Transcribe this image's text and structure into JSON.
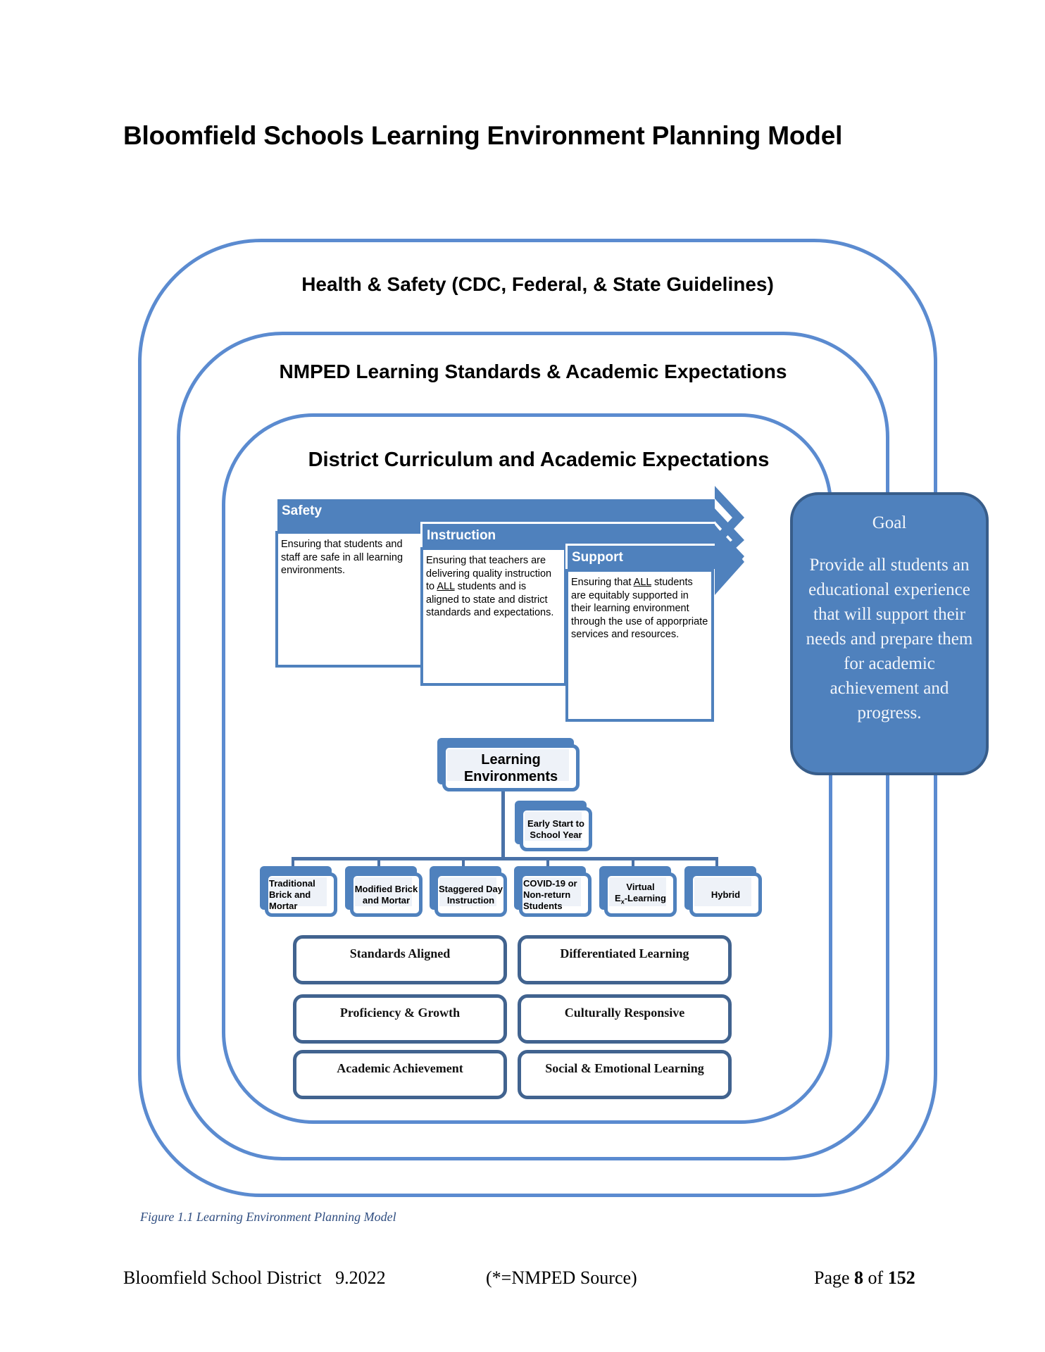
{
  "page_title": "Bloomfield Schools Learning Environment Planning Model",
  "figure": {
    "loops": {
      "outer": "Health & Safety (CDC, Federal, & State Guidelines)",
      "middle": "NMPED Learning Standards & Academic Expectations",
      "inner": "District Curriculum and Academic Expectations"
    },
    "pillars": [
      {
        "label": "Safety",
        "text_before": "Ensuring that students and staff are safe in all learning environments.",
        "text_emph": "",
        "text_after": ""
      },
      {
        "label": "Instruction",
        "text_before": "Ensuring that teachers are delivering quality instruction to ",
        "text_emph": "ALL",
        "text_after": " students and is aligned to state and district standards and expectations."
      },
      {
        "label": "Support",
        "text_before": "Ensuring that ",
        "text_emph": "ALL",
        "text_after": " students are equitably supported in their learning environment through the use of apporpriate services and resources."
      }
    ],
    "learning_environments": {
      "root": "Learning Environments",
      "early_start": "Early Start to School Year",
      "types": [
        "Traditional Brick and Mortar",
        "Modified Brick and Mortar",
        "Staggered Day Instruction",
        "COVID-19 or Non-return Students",
        "Virtual",
        "Hybrid"
      ],
      "virtual_sub_main": "E",
      "virtual_sub_script": "x",
      "virtual_sub_rest": "-Learning"
    },
    "features": [
      "Standards Aligned",
      "Differentiated Learning",
      "Proficiency & Growth",
      "Culturally Responsive",
      "Academic Achievement",
      "Social & Emotional Learning"
    ],
    "goal": {
      "title": "Goal",
      "text": "Provide all students an educational experience that will support their needs and prepare them for academic achievement and progress."
    },
    "caption": "Figure 1.1 Learning Environment Planning Model"
  },
  "footer": {
    "district": "Bloomfield School District",
    "date": "9.2022",
    "source_note": "(*=NMPED Source)",
    "page_prefix": "Page",
    "page_current": "8",
    "page_of": "of",
    "page_total": "152"
  },
  "colors": {
    "loop_border": "#5b8bd0",
    "accent_blue": "#4f81bd",
    "dark_blue": "#385d8a"
  }
}
